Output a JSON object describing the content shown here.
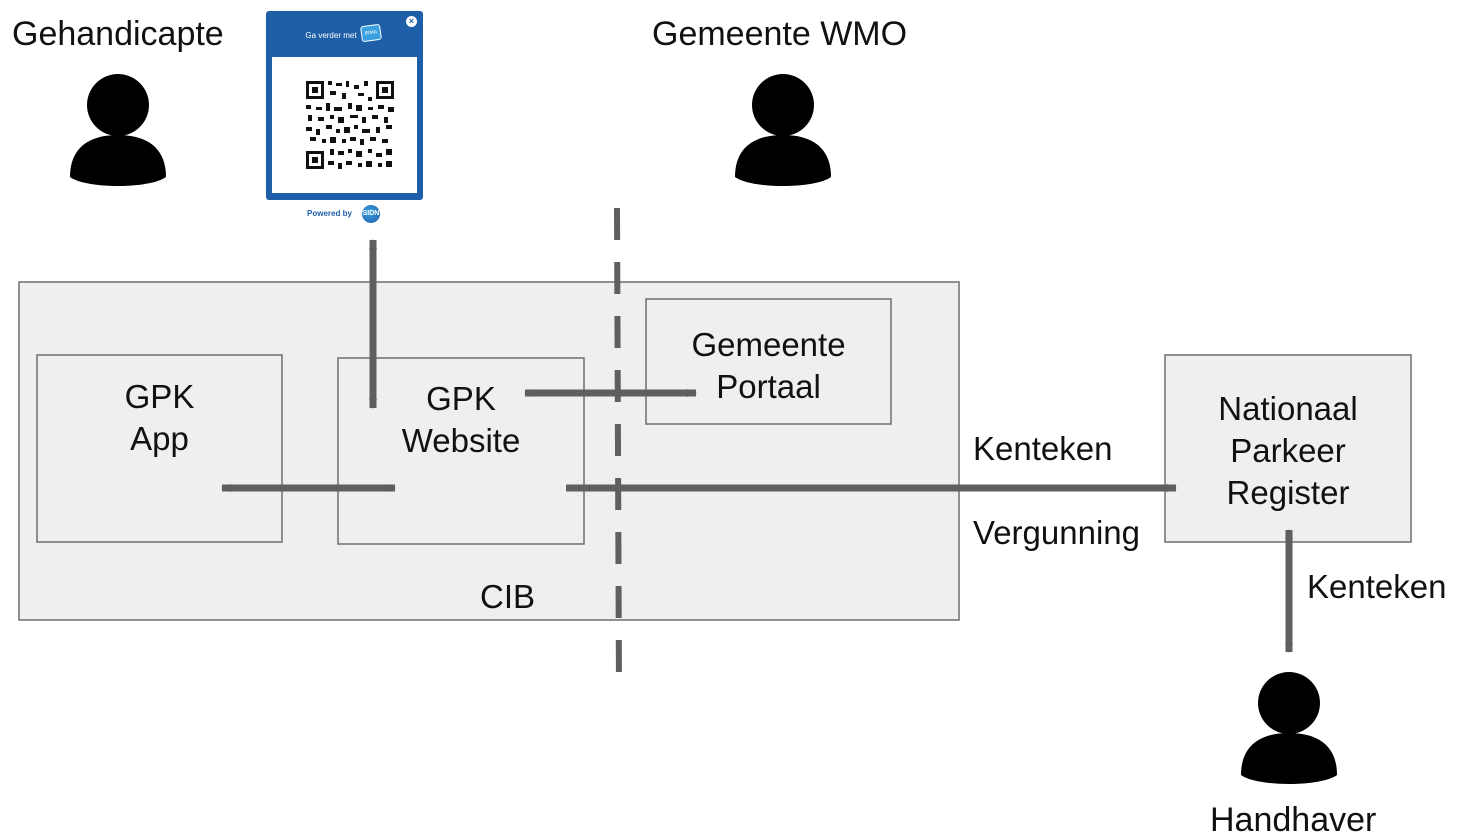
{
  "actors": {
    "gehandicapte": "Gehandicapte",
    "gemeente_wmo": "Gemeente WMO",
    "handhaver": "Handhaver"
  },
  "boxes": {
    "cib": "CIB",
    "gpk_app_line1": "GPK",
    "gpk_app_line2": "App",
    "gpk_website_line1": "GPK",
    "gpk_website_line2": "Website",
    "gemeente_portaal_line1": "Gemeente",
    "gemeente_portaal_line2": "Portaal",
    "npr_line1": "Nationaal",
    "npr_line2": "Parkeer",
    "npr_line3": "Register"
  },
  "arrows": {
    "to_npr_top": "Kenteken",
    "to_npr_bottom": "Vergunning",
    "npr_to_handhaver": "Kenteken"
  },
  "login_card": {
    "header": "Ga verder met",
    "logo_text": "IRMA",
    "footer": "Powered by",
    "footer_logo": "SIDN"
  },
  "colors": {
    "arrow": "#5f5f5f",
    "box_fill": "#efefef",
    "card_blue": "#1f5ea8"
  }
}
